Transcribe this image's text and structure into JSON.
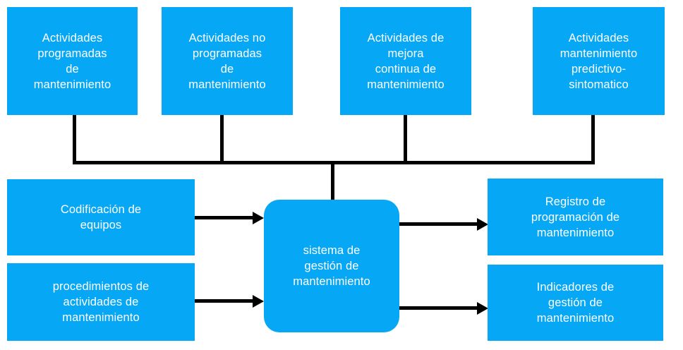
{
  "diagram": {
    "title": "sistema de gestion de mantenimiento",
    "accent_color": "#06a7f5",
    "line_color": "#000000",
    "background_color": "#ffffff",
    "text_color": "#ffffff",
    "top_nodes": [
      {
        "id": "actividades-programadas",
        "label": "Actividades\nprogramadas\nde\nmantenimiento"
      },
      {
        "id": "actividades-no-programadas",
        "label": "Actividades no\nprogramadas\nde\nmantenimiento"
      },
      {
        "id": "actividades-mejora-continua",
        "label": "Actividades de\nmejora\ncontinua de\nmantenimiento"
      },
      {
        "id": "actividades-predictivo",
        "label": "Actividades\nmantenimiento\npredictivo-\nsintomatico"
      }
    ],
    "input_nodes": [
      {
        "id": "codificacion-equipos",
        "label": "Codificación de\nequipos"
      },
      {
        "id": "procedimientos-actividades",
        "label": "procedimientos de\nactividades de\nmantenimiento"
      }
    ],
    "center_node": {
      "id": "sistema-gestion",
      "label": "sistema de\ngestión de\nmantenimiento"
    },
    "output_nodes": [
      {
        "id": "registro-programacion",
        "label": "Registro de\nprogramación de\nmantenimiento"
      },
      {
        "id": "indicadores-gestion",
        "label": "Indicadores de\ngestión de\nmantenimiento"
      }
    ]
  }
}
